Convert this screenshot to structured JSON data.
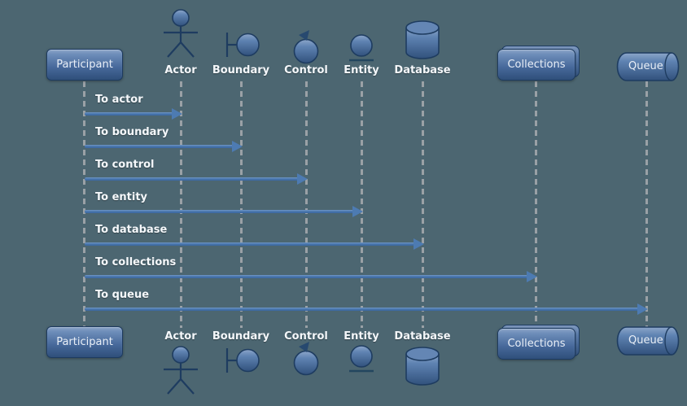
{
  "diagram": {
    "type": "uml-sequence-diagram",
    "background_color": "#4c6671",
    "arrow_color": "#4d7bb2",
    "shape_fill_top": "#8ba4c7",
    "shape_fill_bottom": "#2f4f7a",
    "shape_stroke": "#1d3b60",
    "lifeline_color": "#9aa1a6",
    "label_color": "#f4f7fa"
  },
  "participants": [
    {
      "label": "Participant",
      "type": "participant"
    },
    {
      "label": "Actor",
      "type": "actor"
    },
    {
      "label": "Boundary",
      "type": "boundary"
    },
    {
      "label": "Control",
      "type": "control"
    },
    {
      "label": "Entity",
      "type": "entity"
    },
    {
      "label": "Database",
      "type": "database"
    },
    {
      "label": "Collections",
      "type": "collections"
    },
    {
      "label": "Queue",
      "type": "queue"
    }
  ],
  "messages": [
    {
      "label": "To actor",
      "from": "Participant",
      "to": "Actor"
    },
    {
      "label": "To boundary",
      "from": "Participant",
      "to": "Boundary"
    },
    {
      "label": "To control",
      "from": "Participant",
      "to": "Control"
    },
    {
      "label": "To entity",
      "from": "Participant",
      "to": "Entity"
    },
    {
      "label": "To database",
      "from": "Participant",
      "to": "Database"
    },
    {
      "label": "To collections",
      "from": "Participant",
      "to": "Collections"
    },
    {
      "label": "To queue",
      "from": "Participant",
      "to": "Queue"
    }
  ]
}
